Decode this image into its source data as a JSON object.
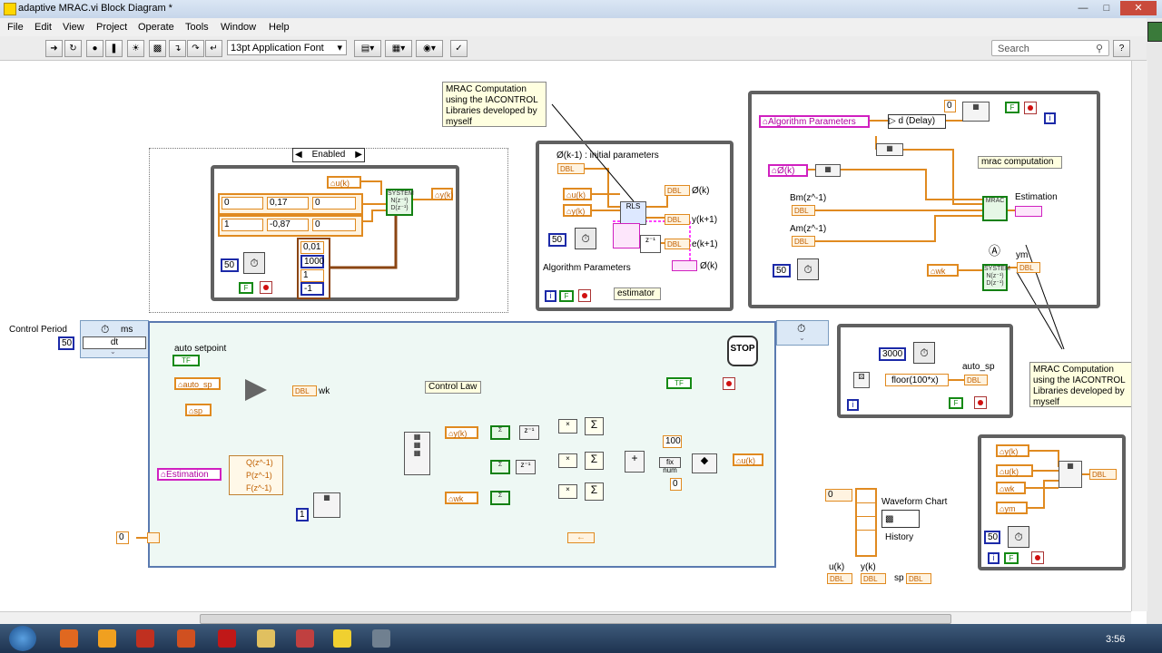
{
  "window": {
    "title": "adaptive MRAC.vi Block Diagram *"
  },
  "menu": [
    "File",
    "Edit",
    "View",
    "Project",
    "Operate",
    "Tools",
    "Window",
    "Help"
  ],
  "toolbar": {
    "font": "13pt Application Font",
    "search_placeholder": "Search"
  },
  "case_structure": {
    "selector": "Enabled"
  },
  "plant_panel": {
    "uk": "u(k)",
    "yk": "y(k)",
    "num_row": [
      "0",
      "0,17",
      "0"
    ],
    "den_row": [
      "1",
      "-0,87",
      "0"
    ],
    "array": [
      "0,01",
      "1000",
      "1",
      "-1"
    ],
    "wait": "50",
    "stop_bool": "F"
  },
  "estimator_panel": {
    "theta_init": "Ø(k-1)  : initial parameters",
    "uk": "u(k)",
    "yk": "y(k)",
    "theta_k": "Ø(k)",
    "y_k1": "y(k+1)",
    "e_k1": "e(k+1)",
    "theta_k_out": "Ø(k)",
    "wait": "50",
    "algo_params": "Algorithm Parameters",
    "label": "estimator",
    "dbl": "DBL",
    "i": "i",
    "f": "F"
  },
  "notes": {
    "note1": [
      "MRAC Computation",
      "using the IACONTROL",
      "Libraries developed by",
      "myself"
    ],
    "note2": [
      "MRAC Computation",
      "using the IACONTROL",
      "Libraries developed by",
      "myself"
    ]
  },
  "mrac_panel": {
    "algo_params": "Algorithm Parameters",
    "theta_k": "Ø(k)",
    "delay": "d (Delay)",
    "const0": "0",
    "f": "F",
    "i": "i",
    "label": "mrac computation",
    "bm": "Bm(z^-1)",
    "am": "Am(z^-1)",
    "estimation": "Estimation",
    "ym": "ym",
    "wk": "wk",
    "wait": "50"
  },
  "timed_loop": {
    "control_period": "Control Period",
    "period": "50",
    "dt": "dt",
    "ms": "ms",
    "auto_setpoint": "auto setpoint",
    "auto_sp": "auto_sp",
    "sp": "sp",
    "wk": "wk",
    "estimation": "Estimation",
    "qpf": [
      "Q(z^-1)",
      "P(z^-1)",
      "F(z^-1)"
    ],
    "control_law": "Control Law",
    "yk": "y(k)",
    "uk": "u(k)",
    "wk2": "wk",
    "const100": "100",
    "const0": "0",
    "const1": "1",
    "const_zero": "0",
    "fixnum": "fix num",
    "stop": "STOP",
    "tf": "TF"
  },
  "setpoint_panel": {
    "wait": "3000",
    "floor": "floor(100*x)",
    "auto_sp": "auto_sp",
    "f": "F"
  },
  "chart_area": {
    "waveform_chart": "Waveform Chart",
    "history": "History",
    "idx": "0",
    "uk": "u(k)",
    "yk": "y(k)",
    "sp": "sp"
  },
  "bundle_panel": {
    "inputs": [
      "y(k)",
      "u(k)",
      "wk",
      "ym"
    ],
    "wait": "50"
  },
  "taskbar": {
    "clock": "3:56"
  }
}
